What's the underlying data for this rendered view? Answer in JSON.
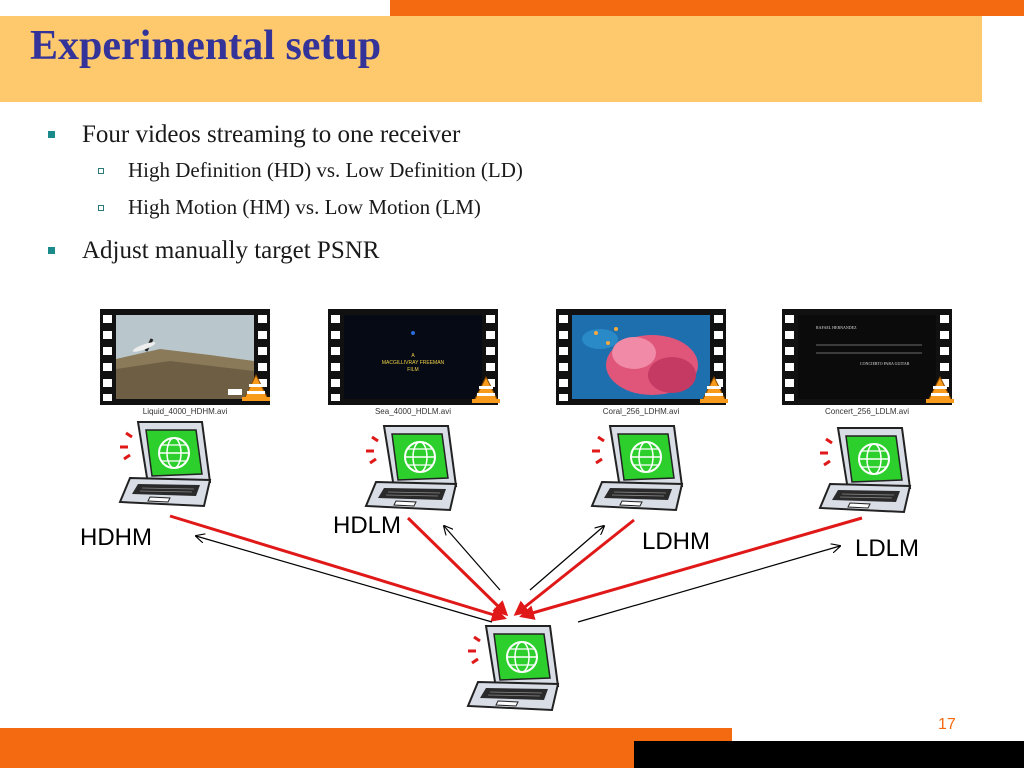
{
  "slide": {
    "title": "Experimental setup",
    "page_number": "17"
  },
  "bullets": [
    {
      "text": "Four videos streaming to one receiver",
      "sub": [
        {
          "text": "High Definition (HD) vs. Low Definition (LD)"
        },
        {
          "text": "High Motion (HM) vs. Low Motion (LM)"
        }
      ]
    },
    {
      "text": "Adjust manually target PSNR"
    }
  ],
  "videos": [
    {
      "caption": "Liquid_4000_HDHM.avi"
    },
    {
      "caption": "Sea_4000_HDLM.avi",
      "frame_text": [
        "A",
        "MACGILLIVRAY FREEMAN",
        "FILM"
      ]
    },
    {
      "caption": "Coral_256_LDHM.avi"
    },
    {
      "caption": "Concert_256_LDLM.avi",
      "frame_text": [
        "RAFAEL HERNANDEZ",
        "CONCIERTO PARA GUITAR"
      ]
    }
  ],
  "senders": [
    {
      "label": "HDHM"
    },
    {
      "label": "HDLM"
    },
    {
      "label": "LDHM"
    },
    {
      "label": "LDLM"
    }
  ],
  "colors": {
    "accent_orange": "#f46a11",
    "title_band": "#fdc96c",
    "title_text": "#33339a",
    "arrow_red": "#e01818",
    "screen_green": "#2ccf2c"
  }
}
